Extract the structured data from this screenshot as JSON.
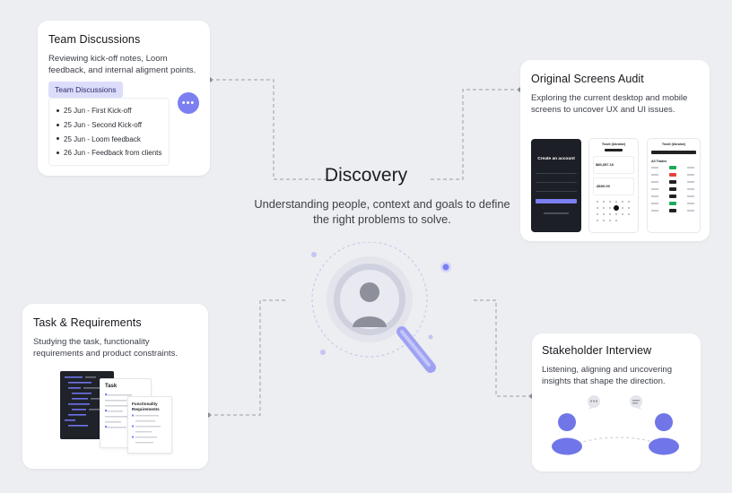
{
  "center": {
    "title": "Discovery",
    "subtitle": "Understanding people, context and goals to define the right problems to solve."
  },
  "cards": {
    "team": {
      "title": "Team Discussions",
      "desc": "Reviewing kick-off notes, Loom feedback, and internal aligment points.",
      "pill": "Team Discussions",
      "items": [
        "25 Jun - First Kick-off",
        "25 Jun - Second Kick-off",
        "25 Jun - Loom feedback",
        "26 Jun - Feedback from clients"
      ],
      "chat_glyph": "•••"
    },
    "audit": {
      "title": "Original Screens Audit",
      "desc": "Exploring the current desktop and mobile screens to uncover UX and UI issues.",
      "screen1_heading": "Create an account",
      "screen2_heading": "Trovit (Ukraine)",
      "screen2_amount1": "$80,357.10",
      "screen2_amount2": "-$600.00",
      "screen3_heading": "Trovit (Ukraine)",
      "screen3_label": "All Trades"
    },
    "task": {
      "title": "Task & Requirements",
      "desc": "Studying the task, functionality requirements and product constraints.",
      "doc1_title": "Task",
      "doc2_title": "Functionality Requirements"
    },
    "stakeholder": {
      "title": "Stakeholder Interview",
      "desc": "Listening, aligning and uncovering insights that shape the direction."
    }
  },
  "colors": {
    "background": "#eceef1",
    "accent": "#7b7ff0",
    "pill": "#dcdcfb",
    "connector": "#a9adb5"
  },
  "icons": [
    "chat-bubble-icon",
    "magnifier-user-icon",
    "speech-bubble-icon",
    "person-icon"
  ]
}
